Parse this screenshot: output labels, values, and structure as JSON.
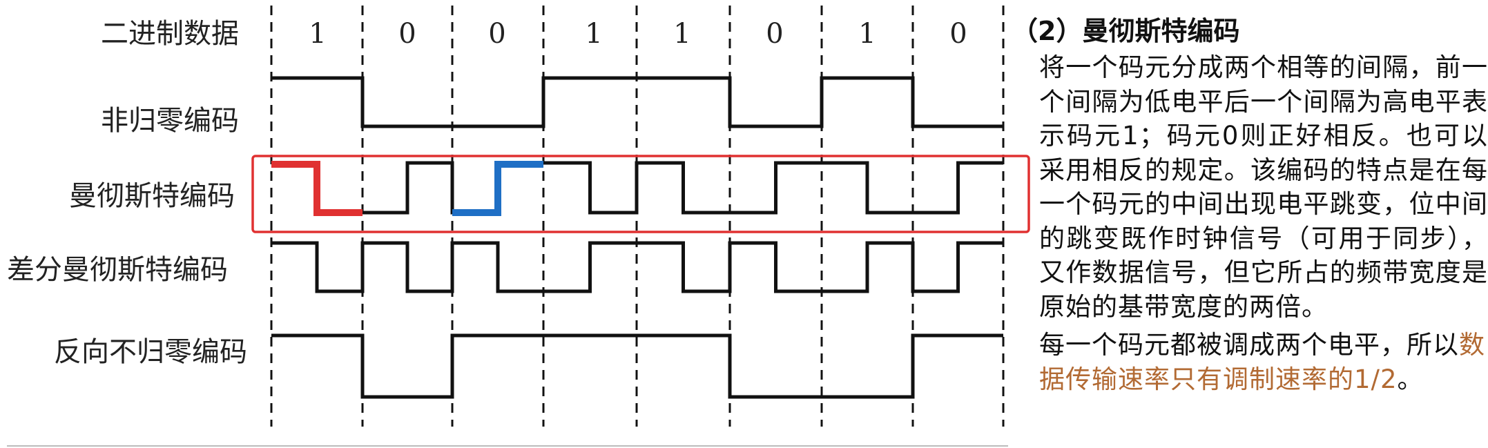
{
  "diagram": {
    "row_labels": {
      "binary": "二进制数据",
      "nrz": "非归零编码",
      "manchester": "曼彻斯特编码",
      "diff_manchester": "差分曼彻斯特编码",
      "nrzi": "反向不归零编码"
    },
    "bits": [
      "1",
      "0",
      "0",
      "1",
      "1",
      "0",
      "1",
      "0"
    ],
    "colors": {
      "signal": "#111111",
      "highlight_box": "#e03131",
      "bit1_example": "#e03131",
      "bit0_example": "#1f6fc5"
    }
  },
  "panel": {
    "title": "（2）曼彻斯特编码",
    "description": "将一个码元分成两个相等的间隔，前一个间隔为低电平后一个间隔为高电平表示码元1；码元0则正好相反。也可以采用相反的规定。该编码的特点是在每一个码元的中间出现电平跳变，位中间的跳变既作时钟信号（可用于同步），又作数据信号，但它所占的频带宽度是原始的基带宽度的两倍。",
    "note_prefix": "每一个码元都被调成两个电平，所以",
    "note_highlight": "数据传输速率只有调制速率的1/2",
    "note_suffix": "。"
  }
}
